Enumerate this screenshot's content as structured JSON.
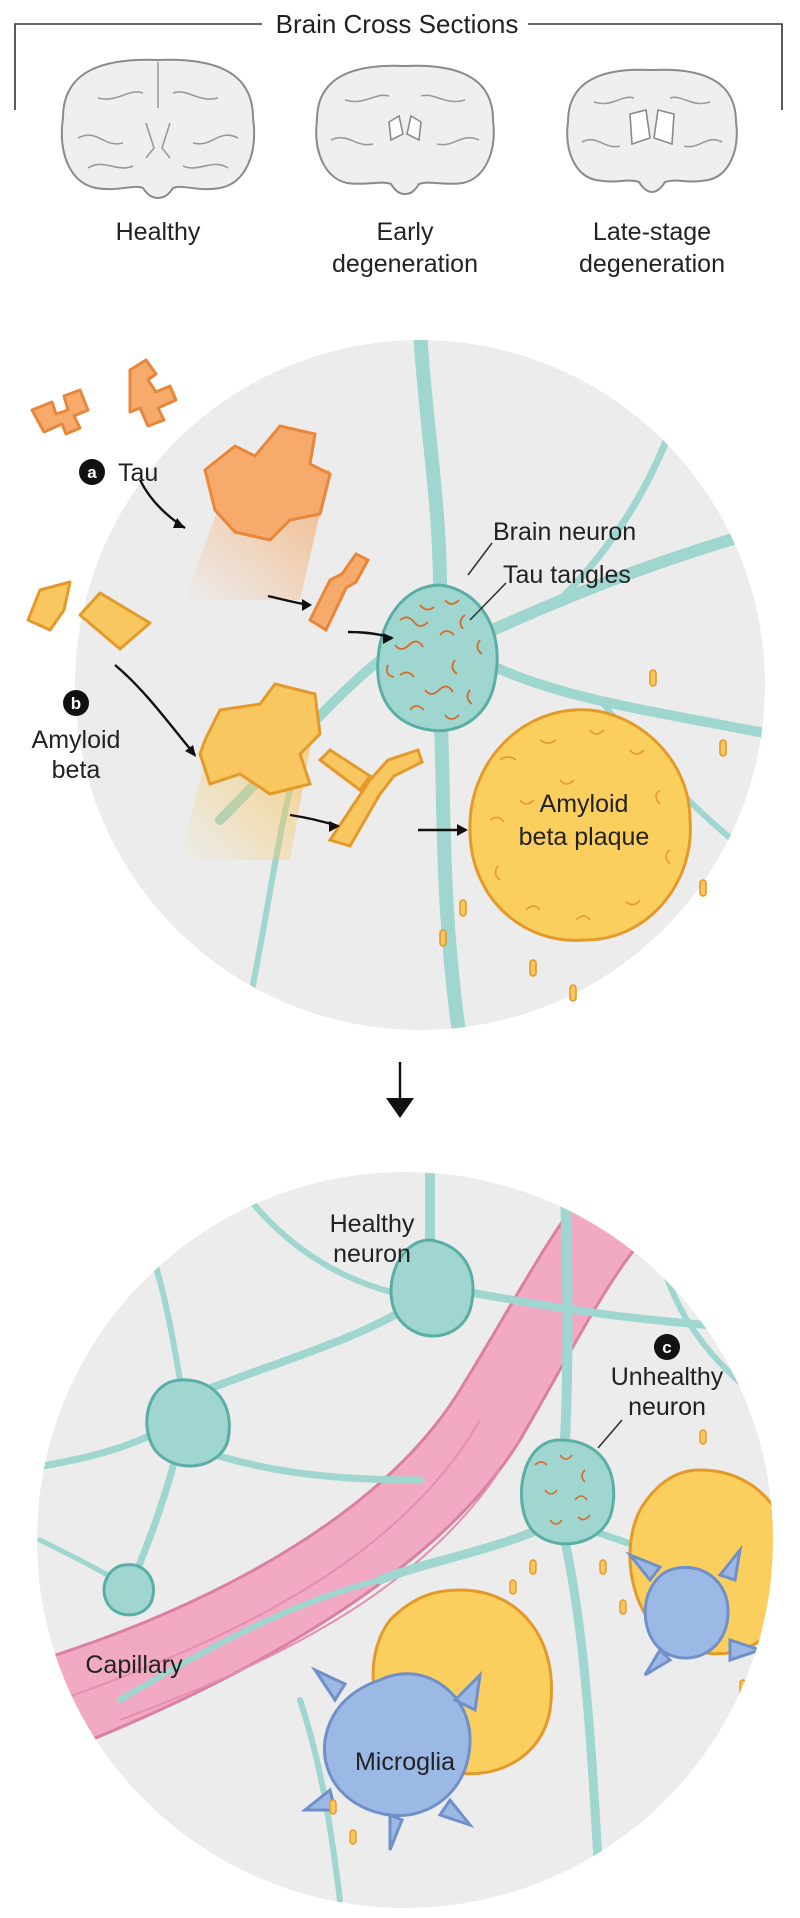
{
  "header": {
    "title": "Brain Cross Sections"
  },
  "sections": [
    {
      "label_line1": "Healthy",
      "label_line2": ""
    },
    {
      "label_line1": "Early",
      "label_line2": "degeneration"
    },
    {
      "label_line1": "Late-stage",
      "label_line2": "degeneration"
    }
  ],
  "aggregation": {
    "tau": {
      "badge": "a",
      "label": "Tau"
    },
    "amyloid": {
      "badge": "b",
      "label_line1": "Amyloid",
      "label_line2": "beta"
    },
    "brain_neuron": "Brain neuron",
    "tau_tangles": "Tau tangles",
    "plaque_line1": "Amyloid",
    "plaque_line2": "beta plaque"
  },
  "network": {
    "healthy_line1": "Healthy",
    "healthy_line2": "neuron",
    "unhealthy_badge": "c",
    "unhealthy_line1": "Unhealthy",
    "unhealthy_line2": "neuron",
    "capillary": "Capillary",
    "microglia": "Microglia"
  },
  "colors": {
    "neuron": "#9fd6cf",
    "neuron_dark": "#5aaea6",
    "tau": "#f6ab6d",
    "tau_outline": "#e8873a",
    "amyloid": "#f8c75f",
    "amyloid_outline": "#e49a2a",
    "plaque": "#fbcf5e",
    "capillary": "#f2a9c3",
    "microglia": "#9cb9e6",
    "circle_bg": "#ececec",
    "brain_fill": "#efefef",
    "brain_outline": "#8a8a8a"
  }
}
